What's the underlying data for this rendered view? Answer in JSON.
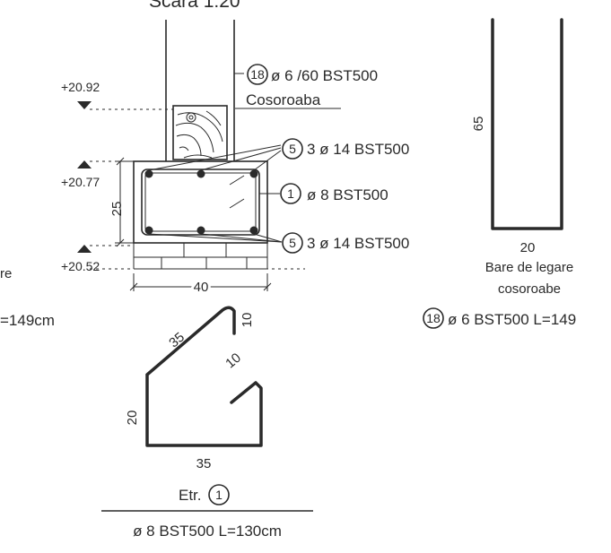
{
  "scale_title": "Scara 1:20",
  "levels": {
    "top": "+20.92",
    "mid": "+20.77",
    "bottom": "+20.52"
  },
  "labels": {
    "bar18_spacing": "ø 6 /60 BST500",
    "cosoroaba": "Cosoroaba",
    "bar5_top": "3 ø 14 BST500",
    "bar1": "ø 8 BST500",
    "bar5_bottom": "3 ø 14 BST500"
  },
  "marks": {
    "m18": "18",
    "m5": "5",
    "m1": "1"
  },
  "dimensions": {
    "section_height": "25",
    "section_width": "40",
    "tie_height": "65",
    "tie_width": "20",
    "stirrup_diag": "35",
    "stirrup_hook_top": "10",
    "stirrup_hook_inner": "10",
    "stirrup_height": "20",
    "stirrup_bottom": "35"
  },
  "tie_bar": {
    "caption_line1": "Bare de legare",
    "caption_line2": "cosoroabe",
    "spec": "ø 6 BST500 L=149"
  },
  "stirrup": {
    "title": "Etr.",
    "spec": "ø 8 BST500 L=130cm"
  },
  "left_fragments": {
    "word_end": "re",
    "length_end": "=149cm"
  }
}
